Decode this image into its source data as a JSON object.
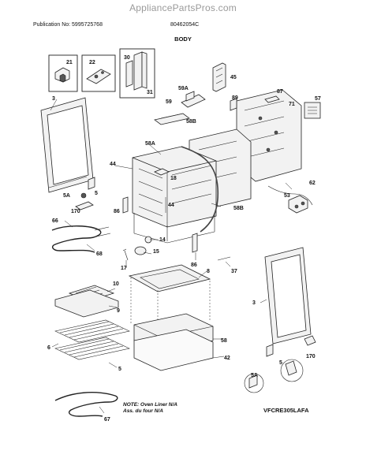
{
  "watermark": "AppliancePartsPros.com",
  "header": {
    "publication": "Publication No: 5995725768",
    "part_number": "80462054C"
  },
  "title": "BODY",
  "note": {
    "line1": "NOTE: Oven Liner N/A",
    "line2": "Ass. du four N/A"
  },
  "model": "VFCRE305LAFA",
  "callouts": {
    "c21": "21",
    "c22": "22",
    "c30": "30",
    "c31": "31",
    "c45": "45",
    "c59A": "59A",
    "c59": "59",
    "c58B_top": "58B",
    "c87": "87",
    "c89": "89",
    "c71": "71",
    "c57": "57",
    "c3_left": "3",
    "c58A": "58A",
    "c44": "44",
    "c18": "18",
    "c44b": "44",
    "c5A_left": "5A",
    "c5_left": "5",
    "c170_left": "170",
    "c86_left": "86",
    "c58B_right": "58B",
    "c53": "53",
    "c62": "62",
    "c66": "66",
    "c68": "68",
    "c14": "14",
    "c15": "15",
    "c17": "17",
    "c86_right": "86",
    "c37": "37",
    "c8": "8",
    "c10": "10",
    "c9": "9",
    "c3_right": "3",
    "c58": "58",
    "c6": "6",
    "c5_mid": "5",
    "c42": "42",
    "c5A_right": "5A",
    "c5_right": "5",
    "c170_right": "170",
    "c67": "67"
  }
}
